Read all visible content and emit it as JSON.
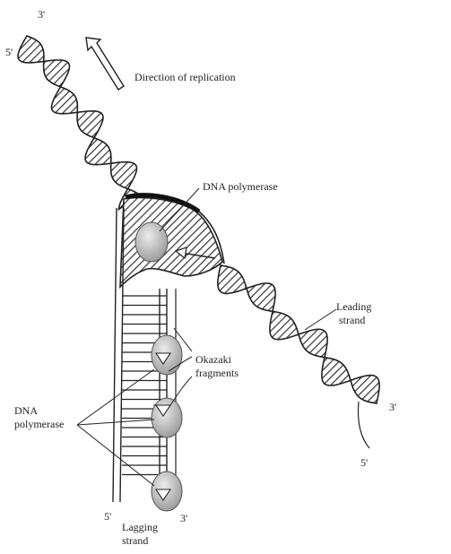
{
  "figure": {
    "direction_label": "Direction of replication",
    "dna_polymerase_top": "DNA polymerase",
    "leading_strand": [
      "Leading",
      "strand"
    ],
    "okazaki_fragments": [
      "Okazaki",
      "fragments"
    ],
    "dna_polymerase_left": [
      "DNA",
      "polymerase"
    ],
    "lagging_strand": [
      "Lagging",
      "strand"
    ],
    "strand_ends": {
      "top_three_prime": "3'",
      "top_five_prime": "5'",
      "right_three_prime": "3'",
      "bottom_right_five_prime": "5'",
      "bottom_left_five_prime": "5'",
      "bottom_three_prime": "3'"
    }
  },
  "colors": {
    "ink": "#222222",
    "hatch": "#333333",
    "polymerase_fill": "#c9c9c9"
  }
}
